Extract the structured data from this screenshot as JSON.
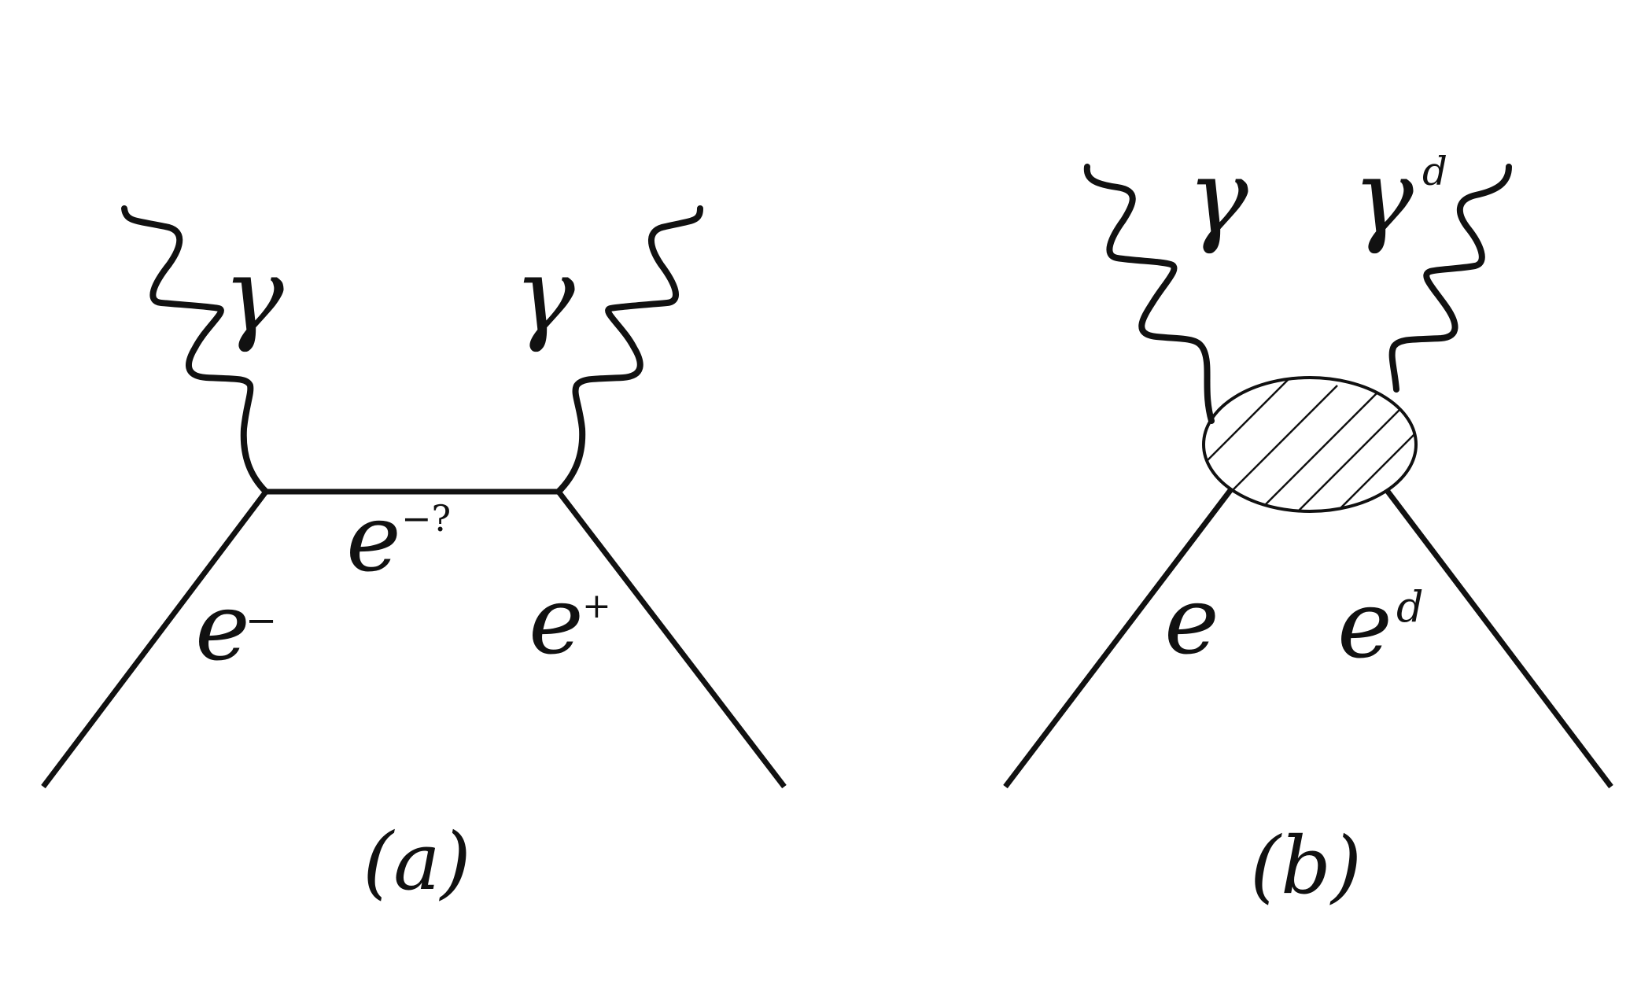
{
  "diagram_a": {
    "caption": "(a)",
    "photon_left_label": "γ",
    "photon_right_label": "γ",
    "propagator_label": "e",
    "propagator_sup": "−?",
    "electron_label": "e",
    "electron_sup": "−",
    "positron_label": "e",
    "positron_sup": "+"
  },
  "diagram_b": {
    "caption": "(b)",
    "photon_left_label": "γ",
    "photon_right_label": "γ",
    "photon_right_sup": "d",
    "fermion_left_label": "e",
    "fermion_right_label": "e",
    "fermion_right_sup": "d"
  }
}
